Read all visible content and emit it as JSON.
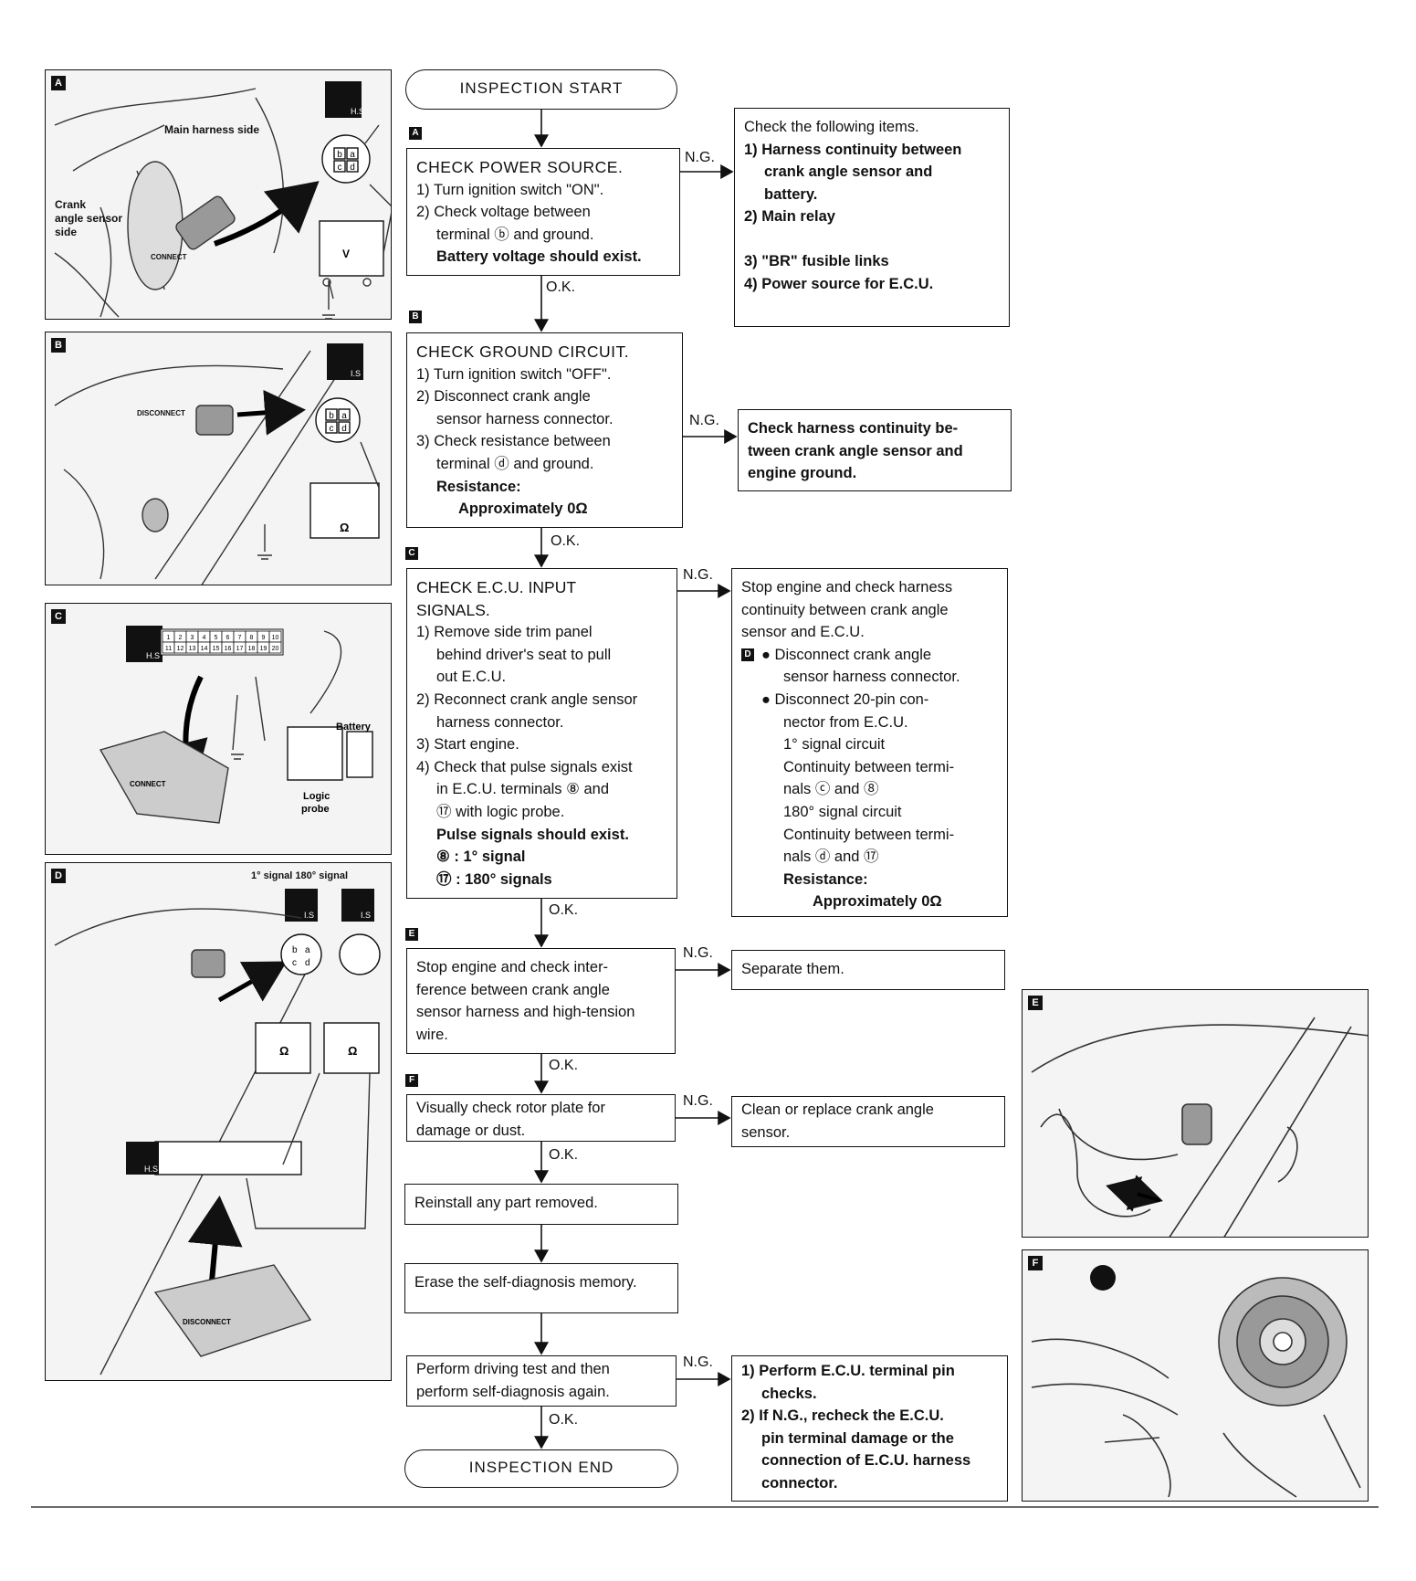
{
  "start": "INSPECTION START",
  "end": "INSPECTION END",
  "ok": "O.K.",
  "ng": "N.G.",
  "tags": {
    "a": "A",
    "b": "B",
    "c": "C",
    "d": "D",
    "e": "E",
    "f": "F"
  },
  "step_a": {
    "title": "CHECK POWER SOURCE.",
    "lines": [
      "1) Turn ignition switch \"ON\".",
      "2) Check voltage between",
      "terminal ⓑ and ground."
    ],
    "spec": "Battery voltage should exist."
  },
  "ng_a": {
    "intro": "Check the following items.",
    "lines": [
      "1) Harness continuity between",
      "crank angle sensor and",
      "battery.",
      "2) Main relay",
      "3) \"BR\" fusible links",
      "4) Power source for E.C.U."
    ]
  },
  "step_b": {
    "title": "CHECK GROUND CIRCUIT.",
    "lines": [
      "1) Turn ignition switch \"OFF\".",
      "2) Disconnect crank angle",
      "sensor harness connector.",
      "3) Check resistance between",
      "terminal ⓓ and ground."
    ],
    "spec_label": "Resistance:",
    "spec_value": "Approximately 0Ω"
  },
  "ng_b": [
    "Check harness continuity be-",
    "tween crank angle sensor and",
    "engine ground."
  ],
  "step_c": {
    "title": [
      "CHECK E.C.U. INPUT",
      "SIGNALS."
    ],
    "lines": [
      "1) Remove side trim panel",
      "behind driver's seat to pull",
      "out E.C.U.",
      "2) Reconnect crank angle sensor",
      "harness connector.",
      "3) Start engine.",
      "4) Check that pulse signals exist",
      "in E.C.U. terminals ⑧ and",
      "⑰ with logic probe."
    ],
    "spec": [
      "Pulse signals should exist.",
      "⑧ : 1° signal",
      "⑰ : 180° signals"
    ]
  },
  "ng_c": {
    "lines": [
      "Stop engine and check harness",
      "continuity between crank angle",
      "sensor and E.C.U."
    ],
    "bullets": [
      "● Disconnect crank angle",
      "sensor harness connector.",
      "● Disconnect 20-pin con-",
      "nector from E.C.U."
    ],
    "sub": [
      "1° signal circuit",
      "Continuity between termi-",
      "nals ⓒ and ⑧",
      "180° signal circuit",
      "Continuity between termi-",
      "nals ⓓ and ⑰"
    ],
    "spec_label": "Resistance:",
    "spec_value": "Approximately 0Ω"
  },
  "step_e": [
    "Stop engine and check inter-",
    "ference between crank angle",
    "sensor harness and high-tension",
    "wire."
  ],
  "ng_e": "Separate them.",
  "step_f": [
    "Visually check rotor plate for",
    "damage or dust."
  ],
  "ng_f": [
    "Clean or replace crank angle",
    "sensor."
  ],
  "reinstall": "Reinstall any part removed.",
  "erase": "Erase the self-diagnosis memory.",
  "drive": [
    "Perform driving test and then",
    "perform self-diagnosis again."
  ],
  "ng_drive": [
    "1) Perform E.C.U. terminal pin",
    "checks.",
    "2) If N.G., recheck the E.C.U.",
    "pin terminal damage or the",
    "connection of E.C.U. harness",
    "connector."
  ],
  "panel_a": {
    "tag": "A",
    "main_harness": "Main harness side",
    "crank_sensor": [
      "Crank",
      "angle sensor",
      "side"
    ],
    "connect": "CONNECT",
    "hs": "H.S",
    "pins": [
      "b",
      "a",
      "c",
      "d"
    ],
    "meter": "V"
  },
  "panel_b": {
    "tag": "B",
    "disconnect": "DISCONNECT",
    "hs": "I.S",
    "pins": [
      "b",
      "a",
      "c",
      "d"
    ],
    "meter": "Ω"
  },
  "panel_c": {
    "tag": "C",
    "hs": "H.S",
    "connect": "CONNECT",
    "battery": "Battery",
    "logic_probe": [
      "Logic",
      "probe"
    ],
    "pins_top": [
      "1",
      "2",
      "3",
      "4",
      "5",
      "6",
      "7",
      "8",
      "9",
      "10"
    ],
    "pins_bottom": [
      "11",
      "12",
      "13",
      "14",
      "15",
      "16",
      "17",
      "18",
      "19",
      "20"
    ]
  },
  "panel_d": {
    "tag": "D",
    "signals": "1° signal 180° signal",
    "disconnect": "DISCONNECT",
    "hs": "H.S",
    "is": "I.S",
    "pins": [
      "b",
      "a",
      "c",
      "d"
    ],
    "meter": "Ω"
  },
  "panel_e": {
    "tag": "E"
  },
  "panel_f": {
    "tag": "F"
  }
}
